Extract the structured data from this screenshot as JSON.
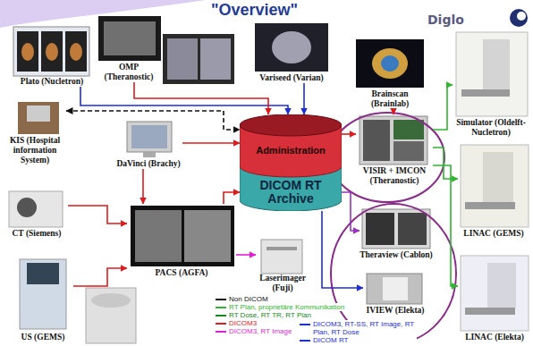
{
  "diagram": {
    "title": "\"Overview\"",
    "nodes": [
      {
        "text": [
          "Plato (Nucletron)"
        ]
      },
      {
        "text": [
          "OMP (Theranostic)"
        ]
      },
      {
        "text": [
          "Variseed (Varian)"
        ]
      },
      {
        "text": [
          "Brainscan (Brainlab)"
        ]
      },
      {
        "text": [
          "Simulator (Oldelft-Nucletron)"
        ]
      },
      {
        "text": [
          "KIS (Hospital information System)"
        ]
      },
      {
        "text": [
          "DaVinci (Brachy)"
        ]
      },
      {
        "text": [
          "Administration",
          "DICOM RT Archive"
        ]
      },
      {
        "text": [
          "VISIR + IMCON (Theranostic)"
        ]
      },
      {
        "text": [
          "LINAC (GEMS)"
        ]
      },
      {
        "text": [
          "CT (Siemens)"
        ]
      },
      {
        "text": [
          "PACS (AGFA)"
        ]
      },
      {
        "text": [
          "Laserimager (Fuji)"
        ]
      },
      {
        "text": [
          "Theraview (Cablon)"
        ]
      },
      {
        "text": [
          "IVIEW (Elekta)"
        ]
      },
      {
        "text": [
          "LINAC (Elekta)"
        ]
      },
      {
        "text": [
          "US (GEMS)"
        ]
      }
    ],
    "edges": [
      {
        "from": 0,
        "to": 7,
        "arrow": "to"
      },
      {
        "from": 1,
        "to": 7,
        "arrow": "to"
      },
      {
        "from": 2,
        "to": 7,
        "arrow": "to"
      },
      {
        "from": 5,
        "to": 7,
        "arrow": "both"
      },
      {
        "from": 6,
        "to": 7,
        "arrow": "to"
      },
      {
        "from": 7,
        "to": 8,
        "arrow": "to"
      },
      {
        "from": 3,
        "to": 8,
        "arrow": "to"
      },
      {
        "from": 8,
        "to": 4,
        "arrow": "to"
      },
      {
        "from": 8,
        "to": 9,
        "arrow": "to"
      },
      {
        "from": 8,
        "to": 15,
        "arrow": "to"
      },
      {
        "from": 7,
        "to": 13,
        "arrow": "to"
      },
      {
        "from": 7,
        "to": 14,
        "arrow": "to"
      },
      {
        "from": 11,
        "to": 12,
        "arrow": "to"
      },
      {
        "from": 10,
        "to": 11,
        "arrow": "to"
      },
      {
        "from": 16,
        "to": 11,
        "arrow": "to"
      },
      {
        "from": 11,
        "to": 7,
        "arrow": "to"
      },
      {
        "from": 6,
        "to": 11,
        "arrow": "to"
      }
    ],
    "labels": [
      "Diglo"
    ],
    "legend": [
      {
        "text": "Non DICOM"
      },
      {
        "text": "RT Plan, proprietäre Kommunikation",
        "color": "#2fb52f"
      },
      {
        "text": "RT Dose, RT TR, RT Plan",
        "color": "#138a13"
      },
      {
        "text": "DICOM3",
        "color": "#e01b1b"
      },
      {
        "text": "DICOM3, RT Image",
        "color": "#e01fd8"
      },
      {
        "text": "DICOM3, RT-SS, RT Image, RT Plan, RT Dose",
        "color": "#1c2fd8"
      },
      {
        "text": "DICOM RT",
        "color": "#1c2fd8"
      }
    ]
  }
}
